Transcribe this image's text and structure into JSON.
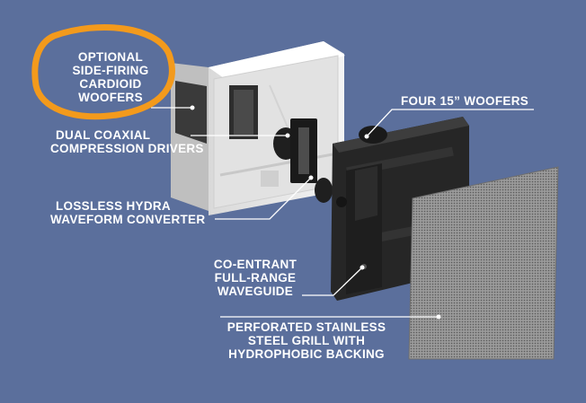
{
  "labels": {
    "side_firing": [
      "OPTIONAL",
      "SIDE-FIRING",
      "CARDIOID",
      "WOOFERS"
    ],
    "coaxial": [
      "DUAL COAXIAL",
      "COMPRESSION DRIVERS"
    ],
    "hydra": [
      "LOSSLESS HYDRA",
      "WAVEFORM CONVERTER"
    ],
    "woofers": [
      "FOUR 15” WOOFERS"
    ],
    "waveguide": [
      "CO-ENTRANT",
      "FULL-RANGE",
      "WAVEGUIDE"
    ],
    "grill": [
      "PERFORATED STAINLESS",
      "STEEL GRILL WITH",
      "HYDROPHOBIC BACKING"
    ]
  },
  "colors": {
    "background": "#5b6f9c",
    "highlight_circle": "#f39a1c",
    "enclosure": "#eeeeee",
    "baffle": "#2a2a2a",
    "grill": "#8f8f8f",
    "text": "#ffffff"
  }
}
